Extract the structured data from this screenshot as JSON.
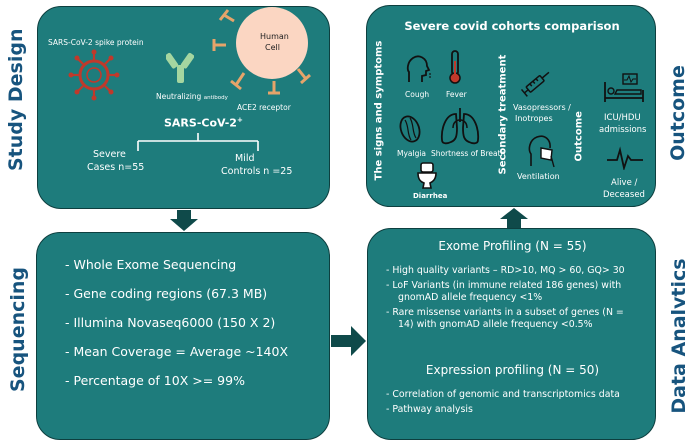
{
  "labels": {
    "study_design": "Study Design",
    "sequencing": "Sequencing",
    "outcome": "Outcome",
    "data_analytics": "Data Analytics"
  },
  "study": {
    "spike_protein": "SARS-CoV-2 spike protein",
    "antibody": "Neutralizing",
    "antibody_suffix": "antibody",
    "human_cell_1": "Human",
    "human_cell_2": "Cell",
    "ace2": "ACE2 receptor",
    "virus": "SARS-CoV-2",
    "virus_sup": "+",
    "severe": "Severe",
    "cases": "Cases n=55",
    "mild": "Mild",
    "controls": "Controls n =25"
  },
  "sequencing": {
    "items": [
      "- Whole Exome Sequencing",
      "- Gene coding regions (67.3 MB)",
      "- Illumina Novaseq6000 (150 X 2)",
      "- Mean Coverage = Average ~140X",
      "- Percentage of 10X >= 99%"
    ]
  },
  "outcome": {
    "title": "Severe covid cohorts comparison",
    "signs_label": "The signs and symptoms",
    "treatment_label": "Secondary treatment",
    "outcome_label": "Outcome",
    "cough": "Cough",
    "fever": "Fever",
    "myalgia": "Myalgia",
    "breath": "Shortness of Breath",
    "diarrhea": "Diarrhea",
    "vasopressors_1": "Vasopressors /",
    "vasopressors_2": "Inotropes",
    "ventilation": "Ventilation",
    "icu_1": "ICU/HDU",
    "icu_2": "admissions",
    "alive_1": "Alive /",
    "alive_2": "Deceased"
  },
  "analytics": {
    "exome_title": "Exome Profiling (N = 55)",
    "exome_items": [
      "-   High quality variants –  RD>10, MQ > 60, GQ> 30",
      "-   LoF Variants (in immune related 186 genes) with gnomAD allele frequency <1%",
      "-   Rare missense variants in a subset of genes (N = 14) with gnomAD allele frequency <0.5%"
    ],
    "expr_title": "Expression profiling (N = 50)",
    "expr_items": [
      "- Correlation of genomic and transcriptomics data",
      "- Pathway analysis"
    ]
  },
  "colors": {
    "panel": "#1e7c7c",
    "label": "#17547e",
    "virus": "#c0392b",
    "antibody": "#a5d6a0",
    "cell": "#fbd6c2",
    "receptor": "#e6a46a",
    "arrow": "#0f4a4a"
  }
}
